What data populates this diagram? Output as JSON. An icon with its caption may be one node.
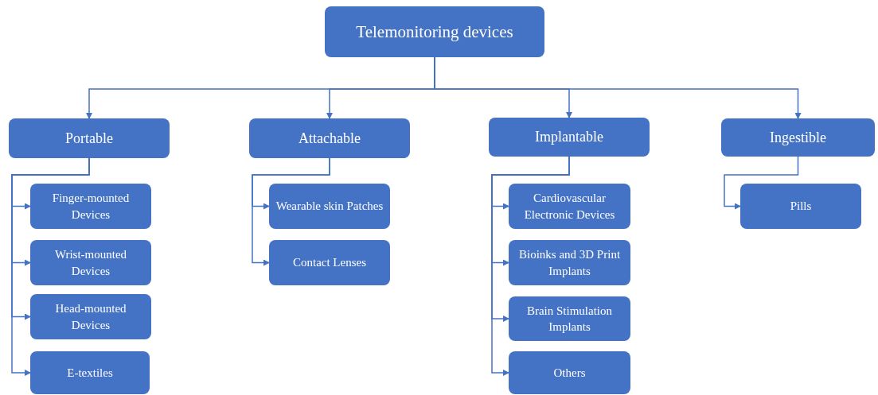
{
  "diagram": {
    "nodes": [
      {
        "text": [
          "Telemonitoring devices"
        ]
      },
      {
        "text": [
          "Portable"
        ]
      },
      {
        "text": [
          "Attachable"
        ]
      },
      {
        "text": [
          "Implantable"
        ]
      },
      {
        "text": [
          "Ingestible"
        ]
      },
      {
        "text": [
          "Finger-mounted Devices"
        ]
      },
      {
        "text": [
          "Wrist-mounted Devices"
        ]
      },
      {
        "text": [
          "Head-mounted Devices"
        ]
      },
      {
        "text": [
          "E-textiles"
        ]
      },
      {
        "text": [
          "Wearable skin Patches"
        ]
      },
      {
        "text": [
          "Contact Lenses"
        ]
      },
      {
        "text": [
          "Cardiovascular Electronic Devices"
        ]
      },
      {
        "text": [
          "Bioinks and 3D Print Implants"
        ]
      },
      {
        "text": [
          "Brain Stimulation Implants"
        ]
      },
      {
        "text": [
          "Others"
        ]
      },
      {
        "text": [
          "Pills"
        ]
      }
    ],
    "edges": [
      {
        "from": 0,
        "to": 1,
        "arrow": "to"
      },
      {
        "from": 0,
        "to": 2,
        "arrow": "to"
      },
      {
        "from": 0,
        "to": 3,
        "arrow": "to"
      },
      {
        "from": 0,
        "to": 4,
        "arrow": "to"
      },
      {
        "from": 1,
        "to": 5,
        "arrow": "to"
      },
      {
        "from": 1,
        "to": 6,
        "arrow": "to"
      },
      {
        "from": 1,
        "to": 7,
        "arrow": "to"
      },
      {
        "from": 1,
        "to": 8,
        "arrow": "to"
      },
      {
        "from": 2,
        "to": 9,
        "arrow": "to"
      },
      {
        "from": 2,
        "to": 10,
        "arrow": "to"
      },
      {
        "from": 3,
        "to": 11,
        "arrow": "to"
      },
      {
        "from": 3,
        "to": 12,
        "arrow": "to"
      },
      {
        "from": 3,
        "to": 13,
        "arrow": "to"
      },
      {
        "from": 3,
        "to": 14,
        "arrow": "to"
      },
      {
        "from": 4,
        "to": 15,
        "arrow": "to"
      }
    ]
  }
}
